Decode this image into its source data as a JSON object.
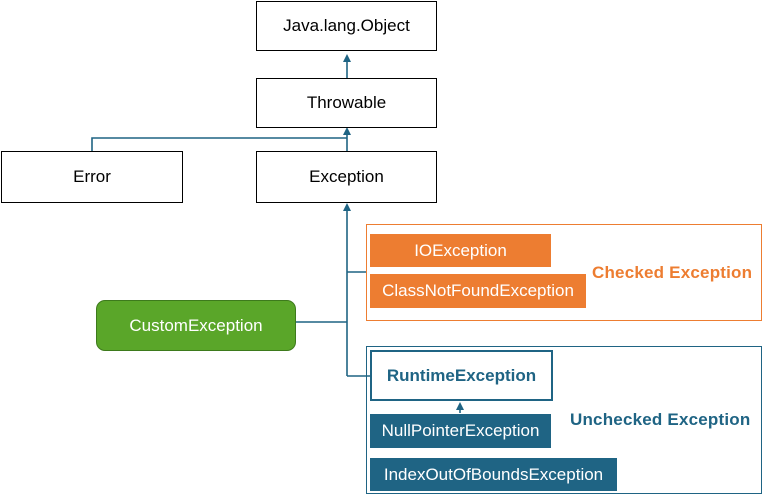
{
  "nodes": {
    "object": "Java.lang.Object",
    "throwable": "Throwable",
    "error": "Error",
    "exception": "Exception",
    "io_exception": "IOException",
    "class_not_found": "ClassNotFoundException",
    "custom_exception": "CustomException",
    "runtime_exception": "RuntimeException",
    "null_pointer": "NullPointerException",
    "index_out_of_bounds": "IndexOutOfBoundsException"
  },
  "groups": {
    "checked": "Checked  Exception",
    "unchecked": "Unchecked  Exception"
  },
  "colors": {
    "arrow": "#1F6484",
    "checked": "#ED7D31",
    "unchecked": "#1F6484",
    "custom": "#5AA629"
  }
}
